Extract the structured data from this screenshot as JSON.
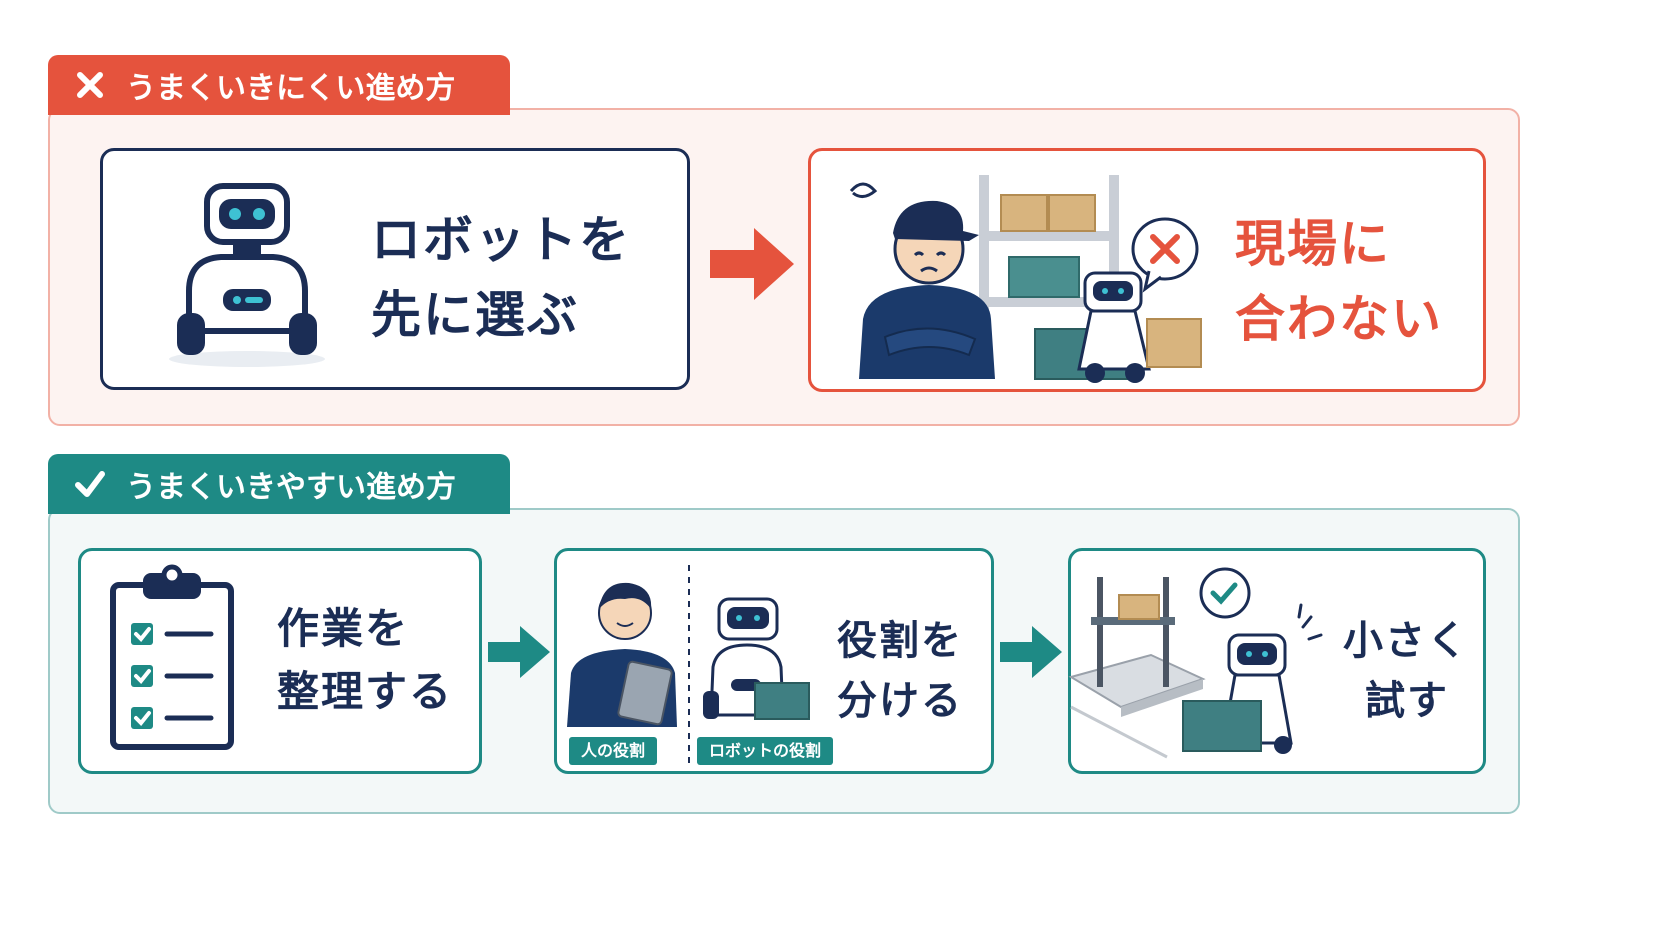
{
  "bad": {
    "heading": "うまくいきにくい進め方",
    "step1": {
      "line1": "ロボットを",
      "line2": "先に選ぶ"
    },
    "result": {
      "line1": "現場に",
      "line2": "合わない"
    }
  },
  "good": {
    "heading": "うまくいきやすい進め方",
    "step1": {
      "line1": "作業を",
      "line2": "整理する"
    },
    "step2": {
      "line1": "役割を",
      "line2": "分ける",
      "human_label": "人の役割",
      "robot_label": "ロボットの役割"
    },
    "step3": {
      "line1": "小さく",
      "line2": "試す"
    }
  },
  "colors": {
    "bad": "#e5533d",
    "bad_bg": "#fdf3f1",
    "good": "#1e8a85",
    "good_bg": "#f3f8f8",
    "navy": "#1b2d55"
  }
}
